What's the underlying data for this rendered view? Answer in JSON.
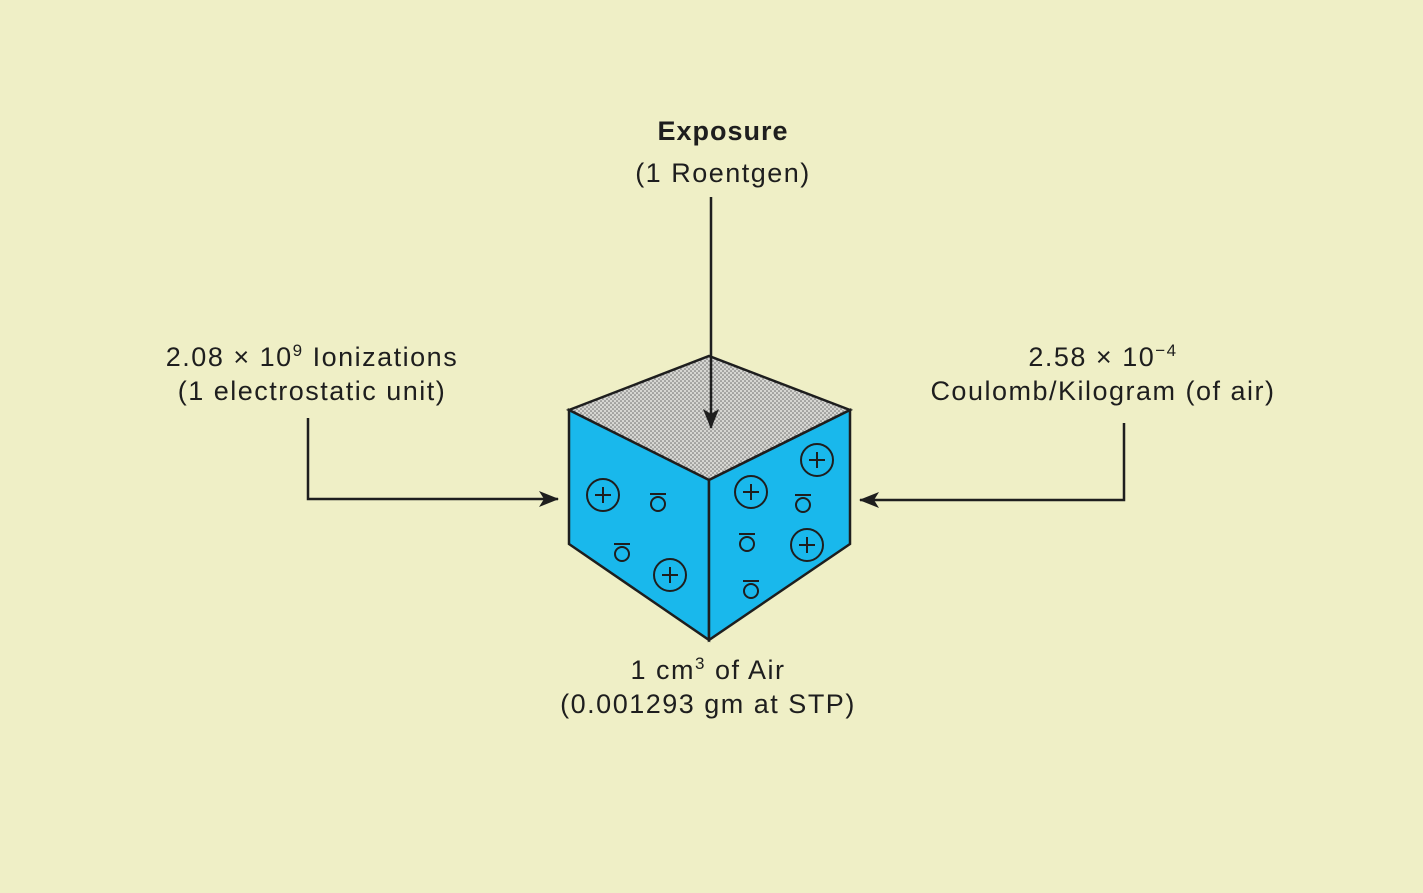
{
  "top_label": {
    "title": "Exposure",
    "subtitle": "(1 Roentgen)"
  },
  "left_label": {
    "line1_prefix": "2.08 × 10",
    "line1_exponent": "9",
    "line1_suffix": " Ionizations",
    "line2": "(1 electrostatic unit)"
  },
  "right_label": {
    "line1_prefix": "2.58 × 10",
    "line1_exponent": "−4",
    "line2": "Coulomb/Kilogram (of air)"
  },
  "bottom_label": {
    "line1_prefix": "1 cm",
    "line1_exponent": "3",
    "line1_suffix": " of Air",
    "line2": "(0.001293 gm at STP)"
  },
  "colors": {
    "background": "#efefc6",
    "cube_face": "#19b8ec",
    "cube_top": "#c9c9c9",
    "ink": "#1e1e1e"
  },
  "icons": {
    "positive_ion": "plus-in-circle",
    "negative_ion": "minus-over-circle"
  }
}
